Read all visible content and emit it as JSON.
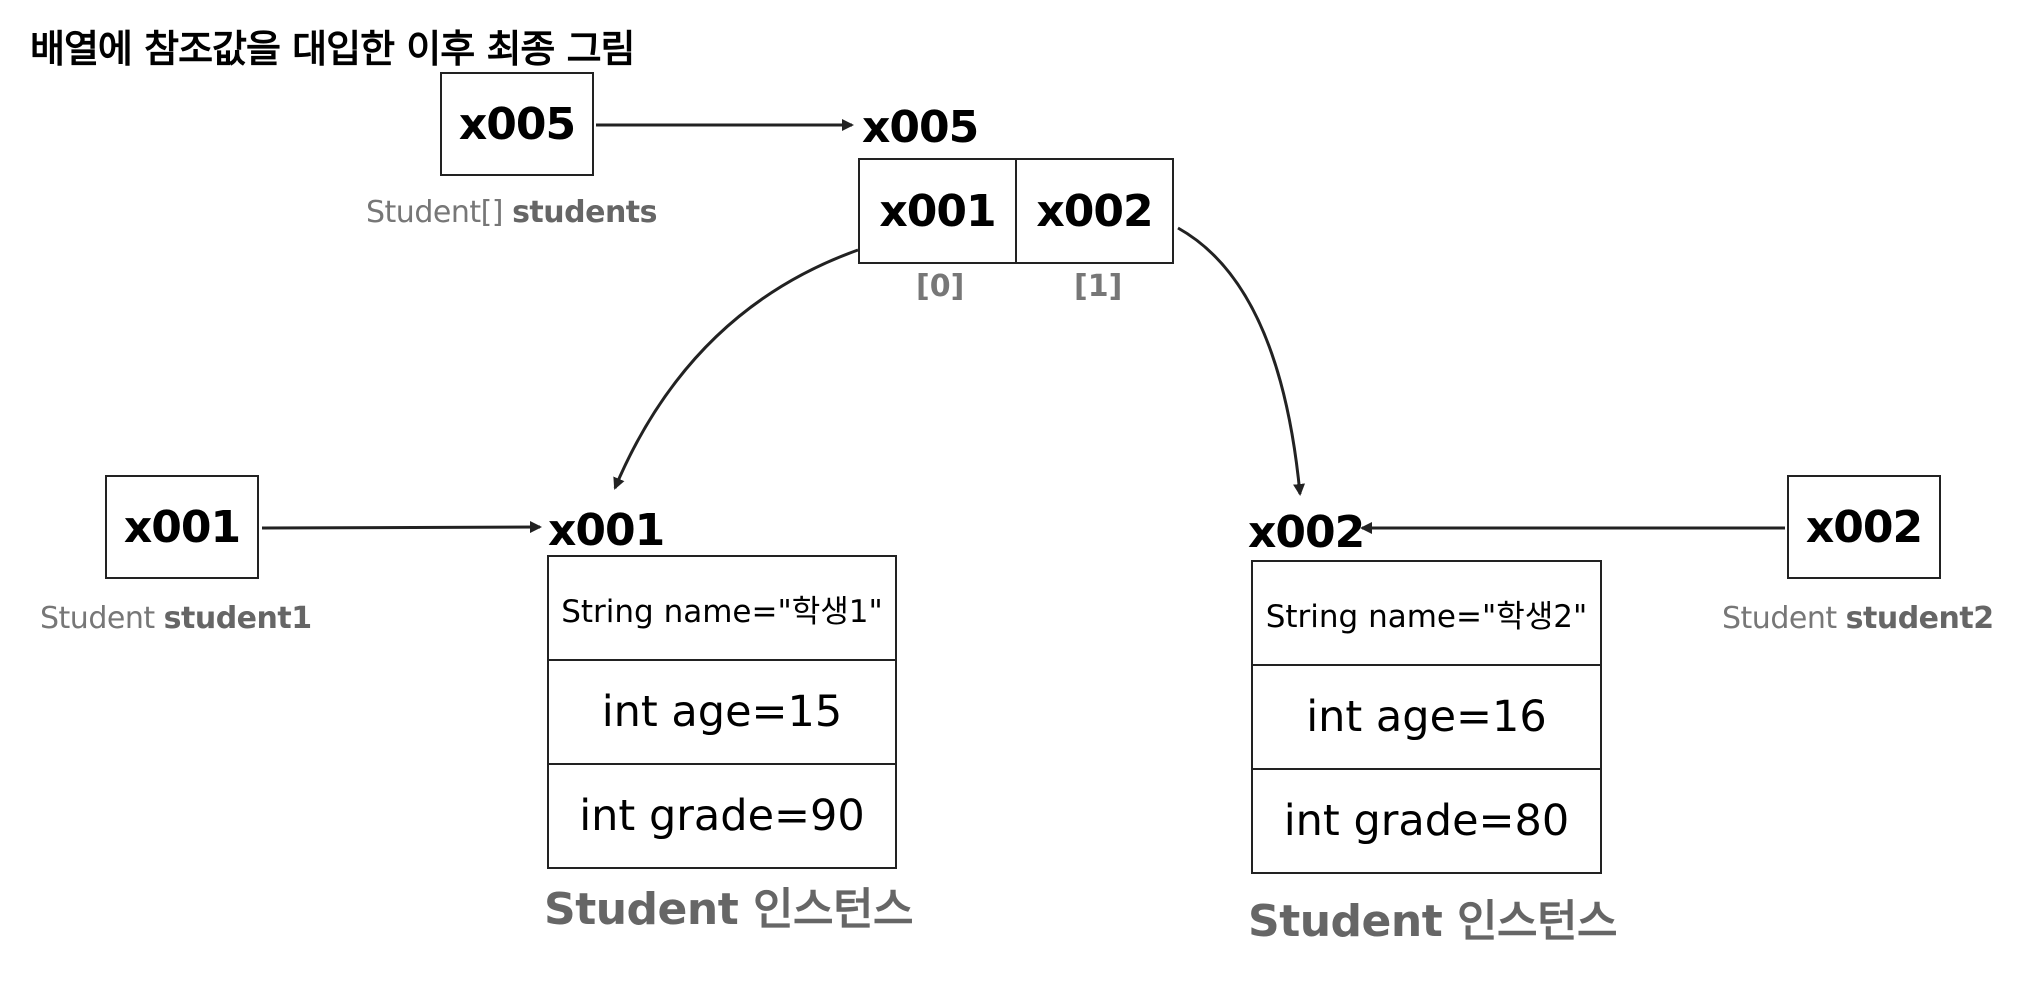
{
  "title": "배열에 참조값을 대입한 이후 최종 그림",
  "array_ref": {
    "value": "x005",
    "type_label": "Student[]",
    "var_name": "students"
  },
  "array": {
    "address": "x005",
    "cells": [
      {
        "value": "x001",
        "index_label": "[0]"
      },
      {
        "value": "x002",
        "index_label": "[1]"
      }
    ]
  },
  "student1_ref": {
    "value": "x001",
    "type_label": "Student",
    "var_name": "student1"
  },
  "student2_ref": {
    "value": "x002",
    "type_label": "Student",
    "var_name": "student2"
  },
  "instance1": {
    "address": "x001",
    "fields": [
      "String name=\"학생1\"",
      "int age=15",
      "int grade=90"
    ],
    "caption": "Student 인스턴스"
  },
  "instance2": {
    "address": "x002",
    "fields": [
      "String name=\"학생2\"",
      "int age=16",
      "int grade=80"
    ],
    "caption": "Student 인스턴스"
  },
  "colors": {
    "line": "#222222",
    "label_gray": "#777777"
  }
}
